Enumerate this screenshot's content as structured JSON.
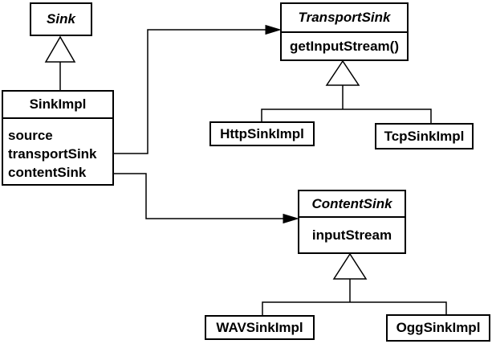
{
  "diagram": {
    "kind": "uml-class-diagram",
    "colors": {
      "stroke": "#000000",
      "box_fill": "#ffffff",
      "background": "#ffffff"
    },
    "classes": {
      "sink": {
        "name": "Sink",
        "abstract": true
      },
      "sink_impl": {
        "name": "SinkImpl",
        "attributes": [
          "source",
          "transportSink",
          "contentSink"
        ]
      },
      "transport_sink": {
        "name": "TransportSink",
        "abstract": true,
        "members": [
          "getInputStream()"
        ]
      },
      "http_sink_impl": {
        "name": "HttpSinkImpl"
      },
      "tcp_sink_impl": {
        "name": "TcpSinkImpl"
      },
      "content_sink": {
        "name": "ContentSink",
        "abstract": true,
        "members": [
          "inputStream"
        ]
      },
      "wav_sink_impl": {
        "name": "WAVSinkImpl"
      },
      "ogg_sink_impl": {
        "name": "OggSinkImpl"
      }
    },
    "relationships": [
      {
        "type": "generalization",
        "from": "SinkImpl",
        "to": "Sink"
      },
      {
        "type": "generalization",
        "from": "HttpSinkImpl",
        "to": "TransportSink"
      },
      {
        "type": "generalization",
        "from": "TcpSinkImpl",
        "to": "TransportSink"
      },
      {
        "type": "generalization",
        "from": "WAVSinkImpl",
        "to": "ContentSink"
      },
      {
        "type": "generalization",
        "from": "OggSinkImpl",
        "to": "ContentSink"
      },
      {
        "type": "association",
        "from": "SinkImpl.transportSink",
        "to": "TransportSink"
      },
      {
        "type": "association",
        "from": "SinkImpl.contentSink",
        "to": "ContentSink"
      }
    ]
  }
}
